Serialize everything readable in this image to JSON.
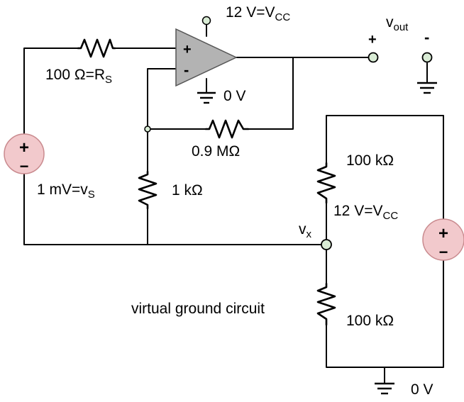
{
  "labels": {
    "vcc_top_main": "12 V=V",
    "vcc_top_sub": "CC",
    "vout_main": "v",
    "vout_sub": "out",
    "vout_plus": "+",
    "vout_minus": "-",
    "rs_main": "100 Ω=R",
    "rs_sub": "S",
    "opamp_plus": "+",
    "opamp_minus": "-",
    "gnd_opamp": "0 V",
    "feedback_resistor": "0.9 MΩ",
    "vs_main": "1 mV=v",
    "vs_sub": "S",
    "r_1k": "1 kΩ",
    "r_top_100k": "100 kΩ",
    "vcc_right_main": "12 V=V",
    "vcc_right_sub": "CC",
    "vx_main": "v",
    "vx_sub": "x",
    "virtual_ground": "virtual ground circuit",
    "r_bottom_100k": "100 kΩ",
    "gnd_bottom": "0 V",
    "src_plus": "+",
    "src_minus": "−"
  },
  "colors": {
    "wire": "#000000",
    "opamp_fill": "#b3b3b3",
    "source_fill": "#f2c9cc",
    "terminal_fill": "#d9ecd5"
  },
  "icons": [
    "voltage-source-icon",
    "op-amp-icon",
    "resistor-icon",
    "ground-icon",
    "terminal-node-icon"
  ]
}
